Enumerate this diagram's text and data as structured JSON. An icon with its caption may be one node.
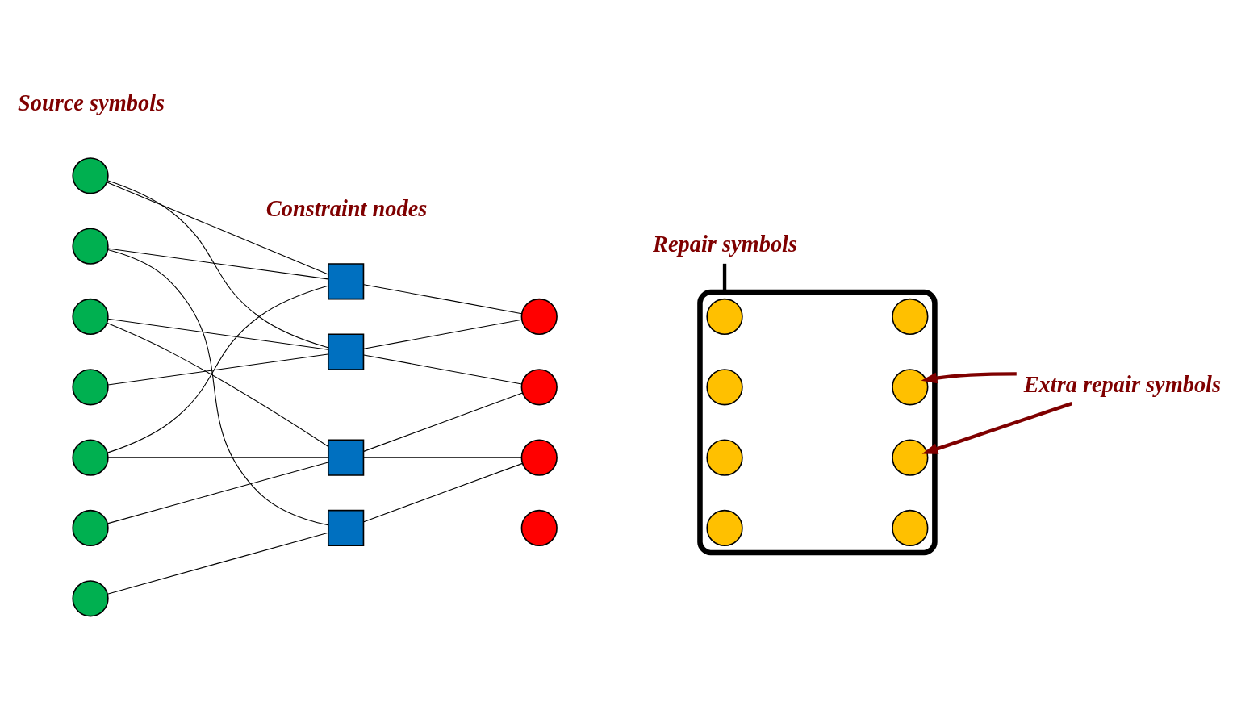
{
  "diagram": {
    "nodes": [
      {
        "text": [],
        "shape": "circle"
      },
      {
        "text": [],
        "shape": "circle"
      },
      {
        "text": [],
        "shape": "circle"
      },
      {
        "text": [],
        "shape": "circle"
      },
      {
        "text": [],
        "shape": "circle"
      },
      {
        "text": [],
        "shape": "circle"
      },
      {
        "text": [],
        "shape": "circle"
      },
      {
        "text": [],
        "shape": "box"
      },
      {
        "text": [],
        "shape": "box"
      },
      {
        "text": [],
        "shape": "box"
      },
      {
        "text": [],
        "shape": "box"
      },
      {
        "text": [],
        "shape": "circle"
      },
      {
        "text": [],
        "shape": "circle"
      },
      {
        "text": [],
        "shape": "circle"
      },
      {
        "text": [],
        "shape": "circle"
      },
      {
        "text": [],
        "shape": "box"
      },
      {
        "text": [],
        "shape": "circle",
        "in": 15
      },
      {
        "text": [],
        "shape": "circle",
        "in": 15
      },
      {
        "text": [],
        "shape": "circle",
        "in": 15
      },
      {
        "text": [],
        "shape": "circle",
        "in": 15
      },
      {
        "text": [],
        "shape": "circle",
        "in": 15
      },
      {
        "text": [],
        "shape": "circle",
        "in": 15
      },
      {
        "text": [],
        "shape": "circle",
        "in": 15
      },
      {
        "text": [],
        "shape": "circle",
        "in": 15
      },
      {
        "text": [
          "Repair symbols"
        ]
      },
      {
        "text": [
          "Extra repair symbols"
        ]
      }
    ],
    "edges": [
      {
        "from": 0,
        "to": 7,
        "arrow": "none"
      },
      {
        "from": 0,
        "to": 8,
        "arrow": "none"
      },
      {
        "from": 1,
        "to": 7,
        "arrow": "none"
      },
      {
        "from": 1,
        "to": 10,
        "arrow": "none"
      },
      {
        "from": 2,
        "to": 8,
        "arrow": "none"
      },
      {
        "from": 2,
        "to": 9,
        "arrow": "none"
      },
      {
        "from": 3,
        "to": 8,
        "arrow": "none"
      },
      {
        "from": 4,
        "to": 7,
        "arrow": "none"
      },
      {
        "from": 4,
        "to": 9,
        "arrow": "none"
      },
      {
        "from": 5,
        "to": 9,
        "arrow": "none"
      },
      {
        "from": 5,
        "to": 10,
        "arrow": "none"
      },
      {
        "from": 6,
        "to": 10,
        "arrow": "none"
      },
      {
        "from": 7,
        "to": 11,
        "arrow": "none"
      },
      {
        "from": 8,
        "to": 11,
        "arrow": "none"
      },
      {
        "from": 8,
        "to": 12,
        "arrow": "none"
      },
      {
        "from": 9,
        "to": 12,
        "arrow": "none"
      },
      {
        "from": 9,
        "to": 13,
        "arrow": "none"
      },
      {
        "from": 10,
        "to": 13,
        "arrow": "none"
      },
      {
        "from": 10,
        "to": 14,
        "arrow": "none"
      },
      {
        "from": 24,
        "to": 15,
        "arrow": "none",
        "style": "thick",
        "color": "#000000"
      },
      {
        "from": 25,
        "to": 19,
        "arrow": "to",
        "style": "thick",
        "color": "#7f0000"
      },
      {
        "from": 25,
        "to": 21,
        "arrow": "to",
        "style": "thick",
        "color": "#7f0000"
      }
    ],
    "labels": [
      "Source symbols",
      "Constraint nodes"
    ]
  }
}
